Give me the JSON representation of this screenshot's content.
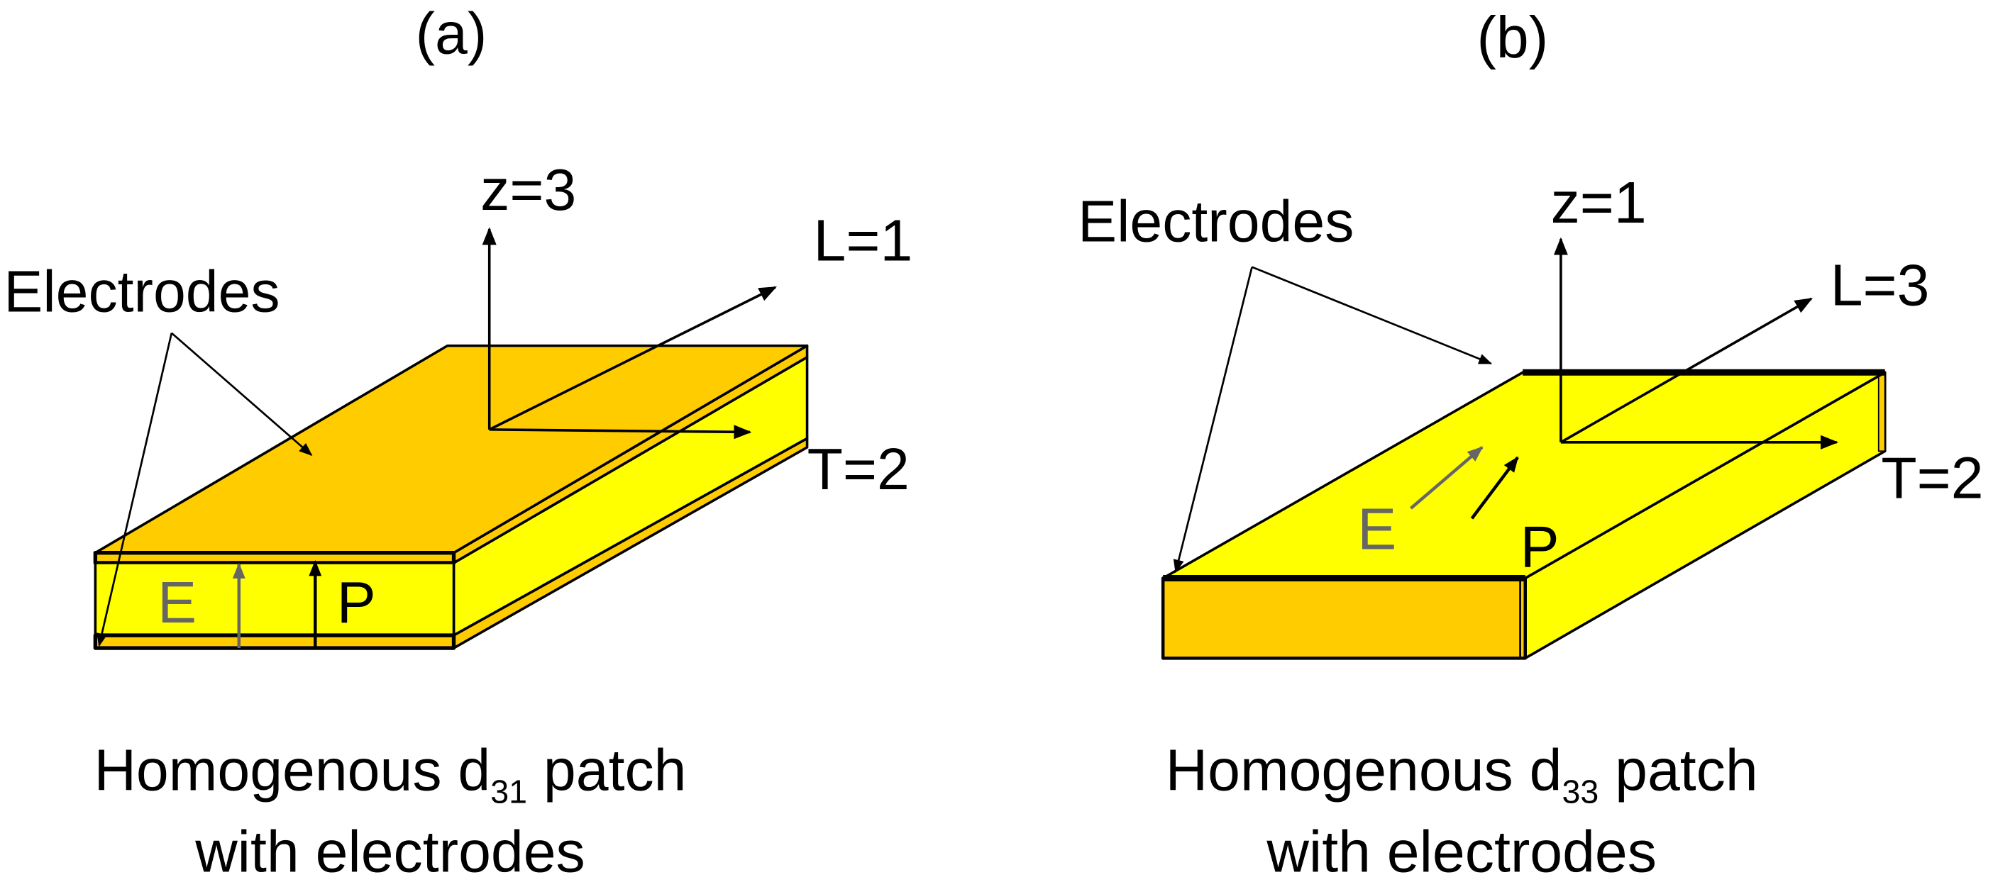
{
  "panel_a": {
    "label": "(a)",
    "z_axis": "z=3",
    "l_axis": "L=1",
    "t_axis": "T=2",
    "electrodes": "Electrodes",
    "e_label": "E",
    "p_label": "P",
    "caption_line1_pre": "Homogenous d",
    "caption_sub": "31",
    "caption_line1_post": " patch",
    "caption_line2": "with electrodes"
  },
  "panel_b": {
    "label": "(b)",
    "z_axis": "z=1",
    "l_axis": "L=3",
    "t_axis": "T=2",
    "electrodes": "Electrodes",
    "e_label": "E",
    "p_label": "P",
    "caption_line1_pre": "Homogenous d",
    "caption_sub": "33",
    "caption_line1_post": " patch",
    "caption_line2": "with electrodes"
  },
  "colors": {
    "electrode": "#FFCC00",
    "piezo": "#FFFF00",
    "field": "#666666",
    "outline": "#000000"
  }
}
